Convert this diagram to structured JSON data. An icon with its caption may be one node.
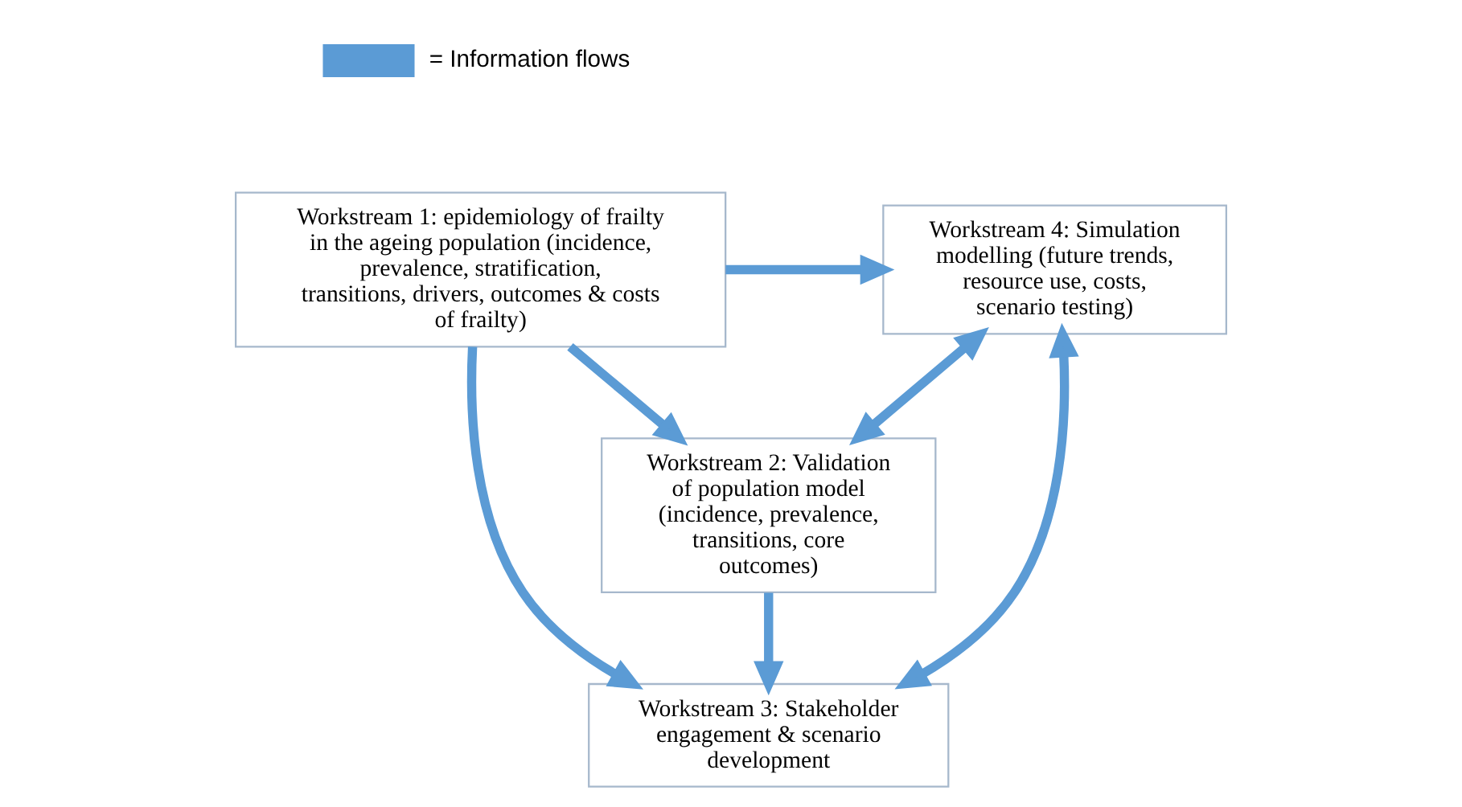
{
  "diagram": {
    "nodes": [
      {
        "text": [
          "Workstream 1: epidemiology of frailty in the ageing population (incidence, prevalence, stratification, transitions, drivers, outcomes & costs of frailty)"
        ]
      },
      {
        "text": [
          "Workstream 4: Simulation modelling (future trends, resource use, costs, scenario testing)"
        ]
      },
      {
        "text": [
          "Workstream 2: Validation of population model (incidence, prevalence, transitions, core outcomes)"
        ]
      },
      {
        "text": [
          "Workstream 3: Stakeholder engagement & scenario development"
        ]
      }
    ],
    "edges": [
      {
        "from": 0,
        "to": 1,
        "arrow": "to"
      },
      {
        "from": 0,
        "to": 2,
        "arrow": "to"
      },
      {
        "from": 0,
        "to": 3,
        "arrow": "to"
      },
      {
        "from": 2,
        "to": 1,
        "arrow": "both"
      },
      {
        "from": 2,
        "to": 3,
        "arrow": "to"
      },
      {
        "from": 3,
        "to": 1,
        "arrow": "both"
      }
    ],
    "legend": [
      {
        "text": "= Information flows"
      }
    ]
  }
}
